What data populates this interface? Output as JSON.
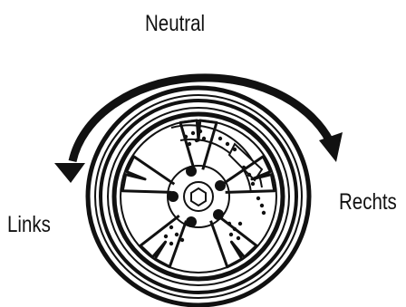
{
  "labels": {
    "neutral": "Neutral",
    "links": "Links",
    "rechts": "Rechts"
  },
  "colors": {
    "ink": "#111111",
    "background": "#ffffff"
  },
  "icons": {
    "wheel": "wheel-icon",
    "arrow": "curved-double-arrow-icon"
  }
}
